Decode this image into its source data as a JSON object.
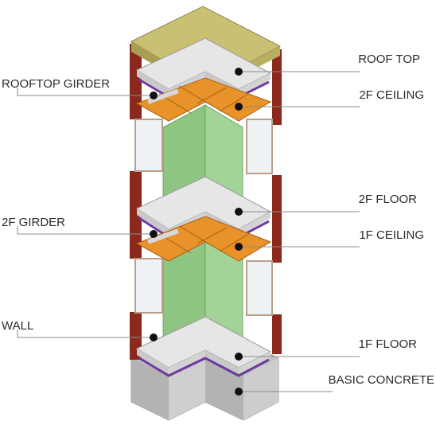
{
  "labels": {
    "roof_top": "ROOF TOP",
    "rooftop_girder": "ROOFTOP GIRDER",
    "ceiling_2f": "2F CEILING",
    "floor_2f": "2F FLOOR",
    "girder_2f": "2F GIRDER",
    "ceiling_1f": "1F CEILING",
    "wall": "WALL",
    "floor_1f": "1F FLOOR",
    "basic_concrete": "BASIC CONCRETE"
  },
  "colors": {
    "roof": "#c9c074",
    "slab": "#e6e6e6",
    "ceiling": "#e8922a",
    "wall": "#9ccd8e",
    "column": "#8b2a1c",
    "concrete": "#b8b8b8",
    "purple": "#6f3aa0"
  }
}
